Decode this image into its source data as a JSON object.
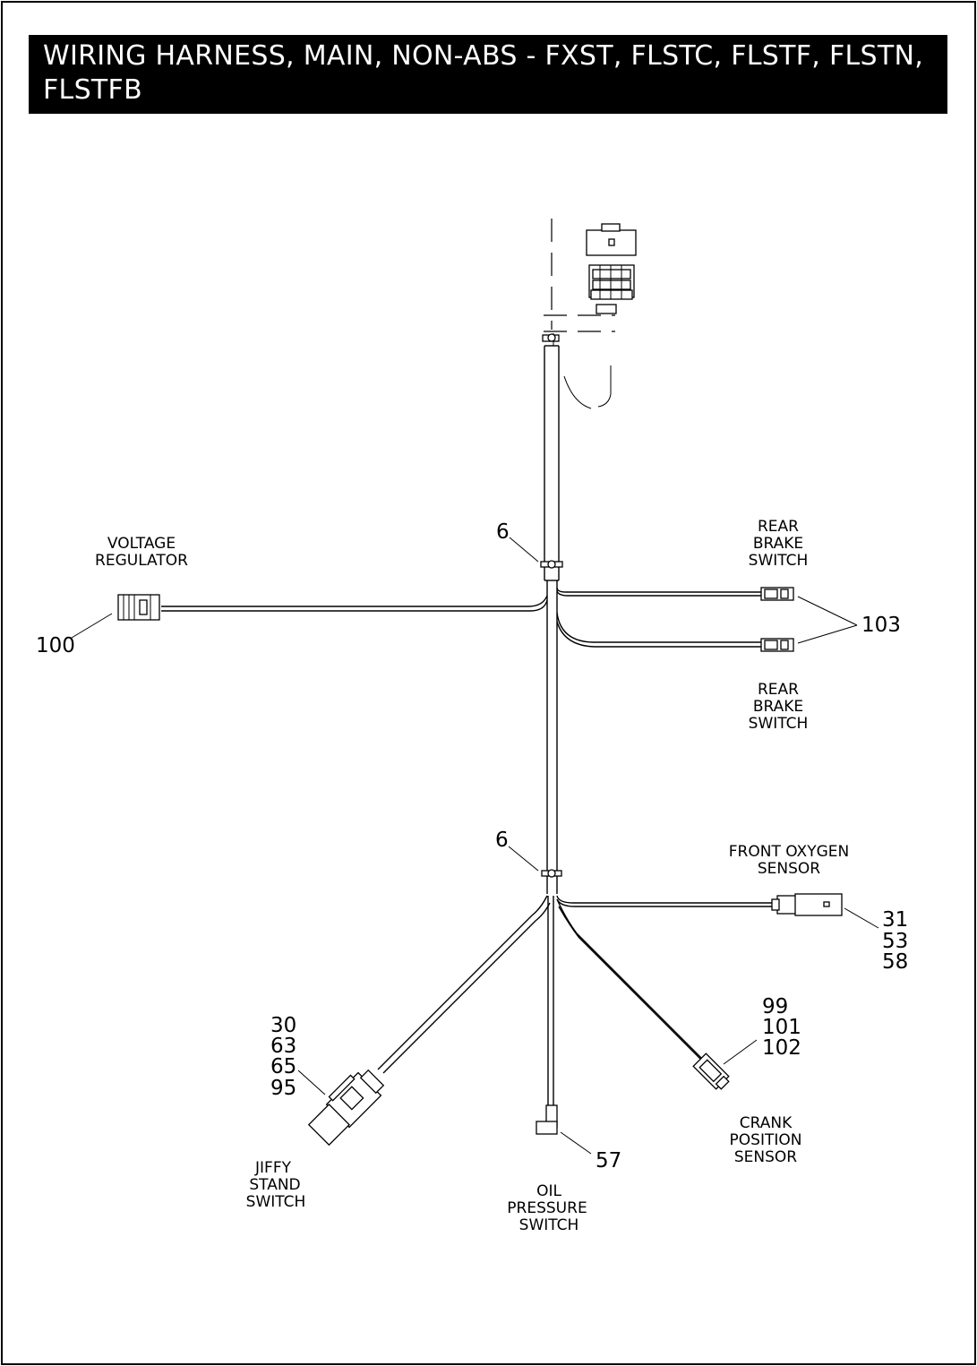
{
  "title": {
    "line1": "WIRING HARNESS, MAIN, NON-ABS - FXST, FLSTC, FLSTF, FLSTN,",
    "line2": "FLSTFB"
  },
  "components": {
    "voltage_regulator": {
      "line1": "VOLTAGE",
      "line2": "REGULATOR",
      "ref": "100"
    },
    "rear_brake_switch_upper": {
      "line1": "REAR",
      "line2": "BRAKE",
      "line3": "SWITCH"
    },
    "rear_brake_switch_lower": {
      "line1": "REAR",
      "line2": "BRAKE",
      "line3": "SWITCH"
    },
    "rear_brake_ref": "103",
    "clip_upper_ref": "6",
    "clip_lower_ref": "6",
    "front_oxygen_sensor": {
      "line1": "FRONT OXYGEN",
      "line2": "SENSOR",
      "refs": [
        "31",
        "53",
        "58"
      ]
    },
    "crank_position_sensor": {
      "line1": "CRANK",
      "line2": "POSITION",
      "line3": "SENSOR",
      "refs": [
        "99",
        "101",
        "102"
      ]
    },
    "jiffy_stand_switch": {
      "line1": "JIFFY",
      "line2": "STAND",
      "line3": "SWITCH",
      "refs": [
        "30",
        "63",
        "65",
        "95"
      ]
    },
    "oil_pressure_switch": {
      "line1": "OIL",
      "line2": "PRESSURE",
      "line3": "SWITCH",
      "ref": "57"
    }
  }
}
